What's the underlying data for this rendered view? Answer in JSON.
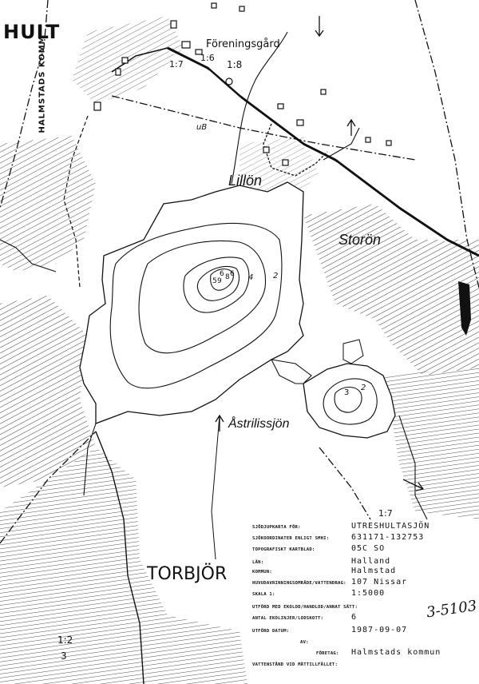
{
  "place_names": {
    "hult": "HULT",
    "kommun_vertical": "HALMSTADS KOMM",
    "foreningsgard": "Föreningsgård",
    "lillon": "Lillön",
    "storon": "Storön",
    "astrilissjon": "Åstrilissjön",
    "torbjor": "TORBJÖR"
  },
  "small_labels": {
    "scale_17": "1:7",
    "scale_16": "1:6",
    "scale_18": "1:8",
    "scale_12": "1:2",
    "scale_3": "3",
    "label_ub": "uB",
    "label_17": "1:7"
  },
  "depth_labels": {
    "main": [
      "6",
      "5",
      "9",
      "8",
      "6",
      "4",
      "2"
    ],
    "small": [
      "3",
      "2"
    ]
  },
  "title_block": {
    "rows": [
      {
        "label": "Sjödjupkarta för:",
        "value": "UTRESHULTASJÖN"
      },
      {
        "label": "Sjökoordinater enligt SMHI:",
        "value": "631171-132753"
      },
      {
        "label": "Topografiskt kartblad:",
        "value": "05C SO"
      },
      {
        "label": "Län:",
        "value": "Halland"
      },
      {
        "label": "Kommun:",
        "value": "Halmstad"
      },
      {
        "label": "Huvudavrinningsområde/vattendrag:",
        "value": "107 Nissar"
      },
      {
        "label": "Skala 1:",
        "value": "1:5000"
      },
      {
        "label": "Utförd med ekolod/handlod/annat sätt:",
        "value": ""
      },
      {
        "label": "Antal ekolinjer/lodskott:",
        "value": "6"
      },
      {
        "label": "Utförd datum:",
        "value": "1987-09-07"
      },
      {
        "label": "av:",
        "value": ""
      },
      {
        "label": "Företag:",
        "value": "Halmstads kommun"
      },
      {
        "label": "Vattenstånd vid mättillfället:",
        "value": ""
      }
    ],
    "handwritten_id": "3-5103"
  }
}
